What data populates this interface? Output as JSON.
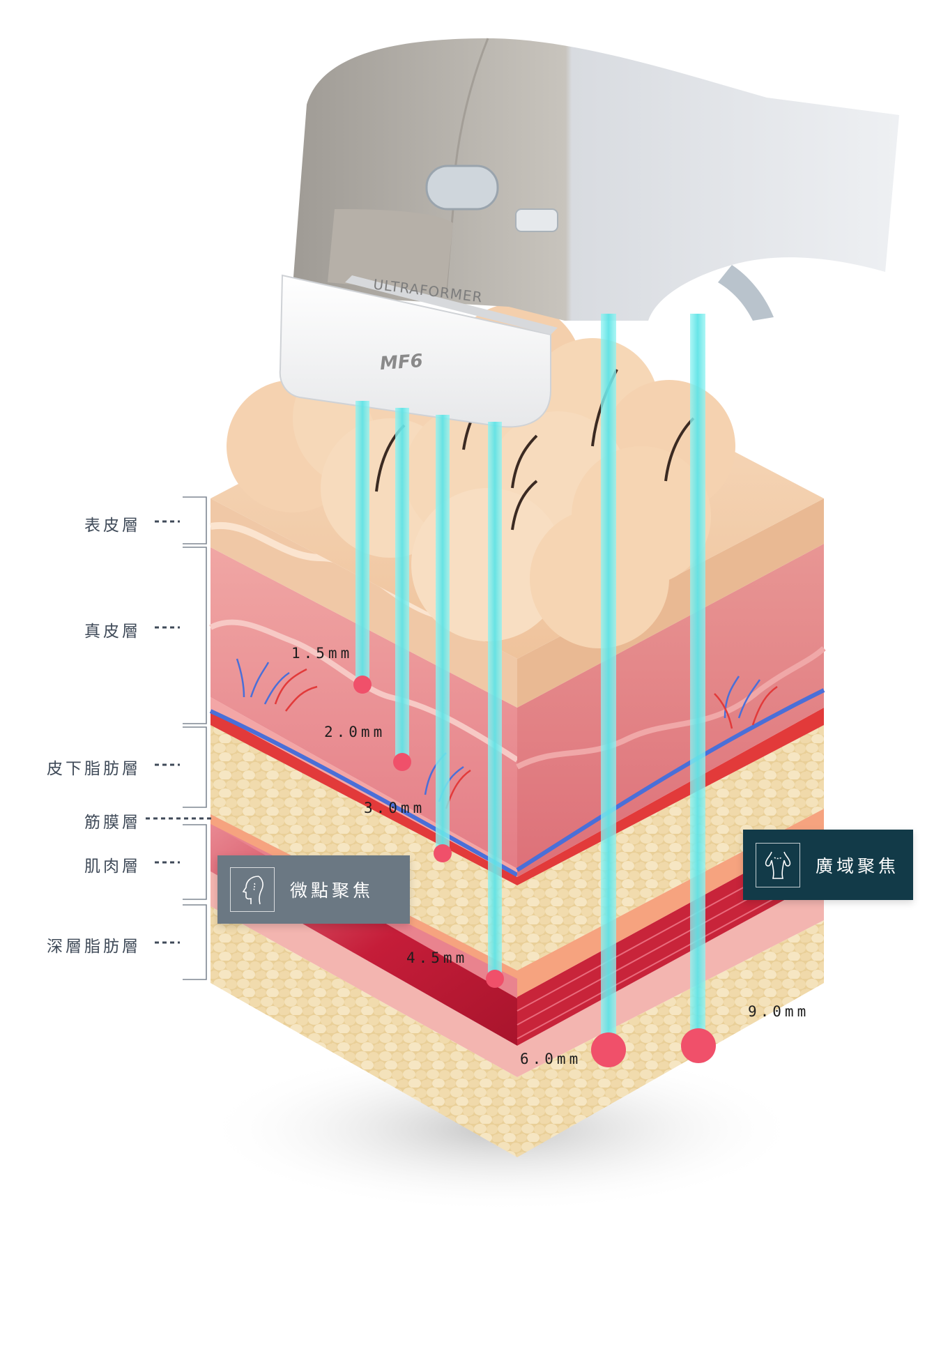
{
  "device": {
    "brand": "ULTRAFORMER",
    "model": "MF6"
  },
  "layers": [
    {
      "label": "表皮層"
    },
    {
      "label": "真皮層"
    },
    {
      "label": "皮下脂肪層"
    },
    {
      "label": "筋膜層"
    },
    {
      "label": "肌肉層"
    },
    {
      "label": "深層脂肪層"
    }
  ],
  "depths": [
    {
      "label": "1.5mm",
      "value": 1.5
    },
    {
      "label": "2.0mm",
      "value": 2.0
    },
    {
      "label": "3.0mm",
      "value": 3.0
    },
    {
      "label": "4.5mm",
      "value": 4.5
    },
    {
      "label": "6.0mm",
      "value": 6.0
    },
    {
      "label": "9.0mm",
      "value": 9.0
    }
  ],
  "focus_modes": {
    "micro": {
      "label": "微點聚焦",
      "icon": "face-profile-icon",
      "color": "#6b7883"
    },
    "wide": {
      "label": "廣域聚焦",
      "icon": "body-torso-icon",
      "color": "#123a48"
    }
  },
  "colors": {
    "beam": "#5fe3e6",
    "focus_point": "#f0506a",
    "vein": "#4a6fd8",
    "artery": "#e23a3a",
    "epidermis": "#f2c9a4",
    "dermis": "#e98a8f",
    "fat": "#ecd5a2",
    "muscle": "#c8243a"
  }
}
